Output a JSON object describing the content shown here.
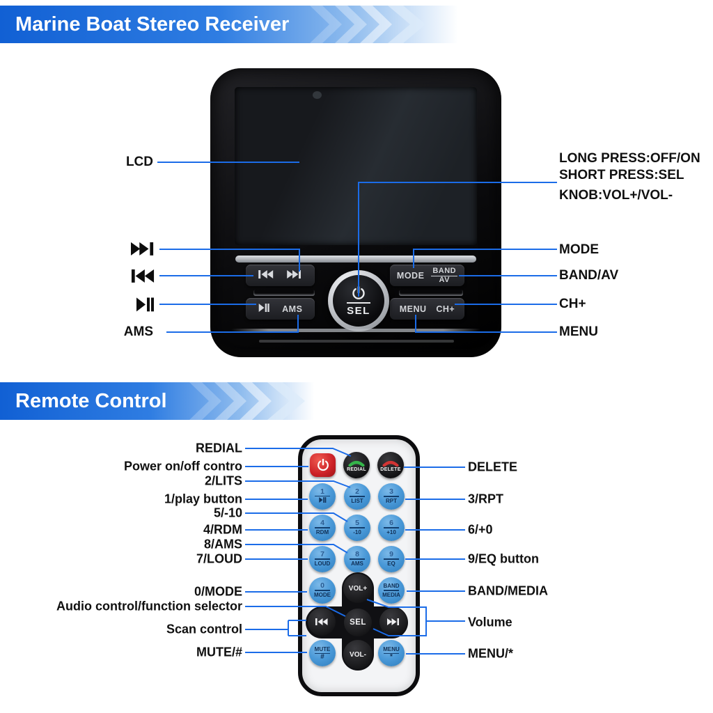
{
  "banners": {
    "receiver": "Marine Boat Stereo Receiver",
    "remote": "Remote Control"
  },
  "receiver": {
    "callouts_left": [
      {
        "label": "LCD",
        "icon": null
      },
      {
        "label": null,
        "icon": "next-track-icon"
      },
      {
        "label": null,
        "icon": "prev-track-icon"
      },
      {
        "label": null,
        "icon": "play-pause-icon"
      },
      {
        "label": "AMS",
        "icon": null
      }
    ],
    "callouts_right": [
      "LONG PRESS:OFF/ON",
      "SHORT PRESS:SEL",
      "KNOB:VOL+/VOL-",
      "MODE",
      "BAND/AV",
      "CH+",
      "MENU"
    ],
    "panel": {
      "mode": "MODE",
      "band": "BAND",
      "av": "AV",
      "menu": "MENU",
      "ch_plus": "CH+",
      "ams": "AMS",
      "sel": "SEL"
    }
  },
  "remote": {
    "callouts_left": [
      "REDIAL",
      "Power on/off contro",
      "2/LITS",
      "1/play button",
      "5/-10",
      "4/RDM",
      "8/AMS",
      "7/LOUD",
      "0/MODE",
      "Audio control/function selector",
      "Scan control",
      "MUTE/#"
    ],
    "callouts_right": [
      "DELETE",
      "3/RPT",
      "6/+0",
      "9/EQ button",
      "BAND/MEDIA",
      "Volume",
      "MENU/*"
    ],
    "buttons": {
      "redial": "REDIAL",
      "delete": "DELETE",
      "keys": [
        {
          "num": "1",
          "sub": ""
        },
        {
          "num": "2",
          "sub": "LIST"
        },
        {
          "num": "3",
          "sub": "RPT"
        },
        {
          "num": "4",
          "sub": "RDM"
        },
        {
          "num": "5",
          "sub": "-10"
        },
        {
          "num": "6",
          "sub": "+10"
        },
        {
          "num": "7",
          "sub": "LOUD"
        },
        {
          "num": "8",
          "sub": "AMS"
        },
        {
          "num": "9",
          "sub": "EQ"
        },
        {
          "num": "0",
          "sub": "MODE"
        }
      ],
      "vol_up": "VOL+",
      "vol_down": "VOL-",
      "sel": "SEL",
      "band_media": {
        "top": "BAND",
        "bottom": "MEDIA"
      },
      "mute": {
        "top": "MUTE",
        "bottom": "#"
      },
      "menu": {
        "top": "MENU",
        "bottom": "*"
      }
    }
  },
  "colors": {
    "accent_line": "#1b6ce8",
    "banner_blue": "#1160d4",
    "key_blue": "#4a99d8",
    "power_red": "#cc2127",
    "redial_green": "#35b54a",
    "delete_red": "#d23434"
  }
}
